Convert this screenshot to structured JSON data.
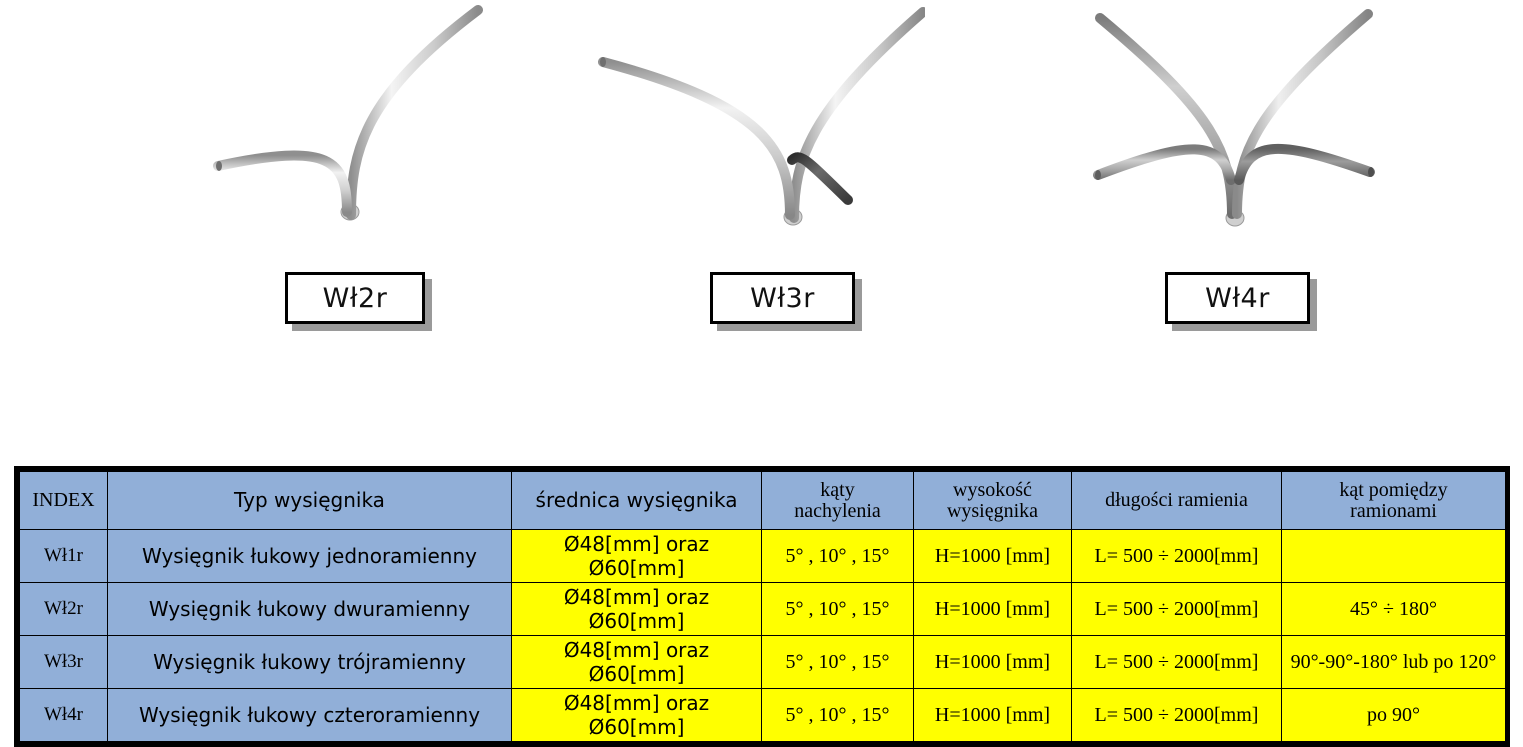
{
  "figures": [
    {
      "id": "wl2r",
      "label": "Wł2r",
      "arm_count": 2,
      "description": "dwuramienny arched bracket render",
      "arm_colors": [
        "#d6d6d6",
        "#d6d6d6"
      ],
      "pole_color": "#d0d0d0"
    },
    {
      "id": "wl3r",
      "label": "Wł3r",
      "arm_count": 3,
      "description": "trojramienny arched bracket render",
      "arm_colors": [
        "#d6d6d6",
        "#d6d6d6",
        "#4a4a4a"
      ],
      "pole_color": "#d0d0d0"
    },
    {
      "id": "wl4r",
      "label": "Wł4r",
      "arm_count": 4,
      "description": "czteroramienny arched bracket render",
      "arm_colors": [
        "#9a9a9a",
        "#bfbfbf",
        "#9a9a9a",
        "#6e6e6e"
      ],
      "pole_color": "#d0d0d0"
    }
  ],
  "table": {
    "headers": [
      "INDEX",
      "Typ wysięgnika",
      "średnica wysięgnika",
      "kąty nachylenia",
      "wysokość wysięgnika",
      "długości ramienia",
      "kąt pomiędzy ramionami"
    ],
    "headers_lines": {
      "angle_1": "kąty",
      "angle_2": "nachylenia",
      "height_1": "wysokość",
      "height_2": "wysięgnika",
      "between_1": "kąt pomiędzy",
      "between_2": "ramionami"
    },
    "rows": [
      {
        "index": "Wł1r",
        "type": "Wysięgnik  łukowy jednoramienny",
        "diameter": "Ø48[mm] oraz Ø60[mm]",
        "angles": "5° , 10° , 15°",
        "height": "H=1000 [mm]",
        "length": "L= 500 ÷ 2000[mm]",
        "between": ""
      },
      {
        "index": "Wł2r",
        "type": "Wysięgnik  łukowy dwuramienny",
        "diameter": "Ø48[mm] oraz Ø60[mm]",
        "angles": "5° , 10° , 15°",
        "height": "H=1000 [mm]",
        "length": "L= 500 ÷ 2000[mm]",
        "between": "45° ÷ 180°"
      },
      {
        "index": "Wł3r",
        "type": "Wysięgnik  łukowy trójramienny",
        "diameter": "Ø48[mm] oraz Ø60[mm]",
        "angles": "5° , 10° , 15°",
        "height": "H=1000 [mm]",
        "length": "L= 500 ÷ 2000[mm]",
        "between": "90°-90°-180° lub po 120°"
      },
      {
        "index": "Wł4r",
        "type": "Wysięgnik  łukowy czteroramienny",
        "diameter": "Ø48[mm] oraz Ø60[mm]",
        "angles": "5° , 10° , 15°",
        "height": "H=1000 [mm]",
        "length": "L= 500 ÷ 2000[mm]",
        "between": "po 90°"
      }
    ]
  },
  "colors": {
    "header_blue": "#91AFD8",
    "highlight_yellow": "#FFFF00",
    "border_black": "#000000",
    "label_shadow": "#9a9a9a",
    "background": "#FFFFFF"
  }
}
